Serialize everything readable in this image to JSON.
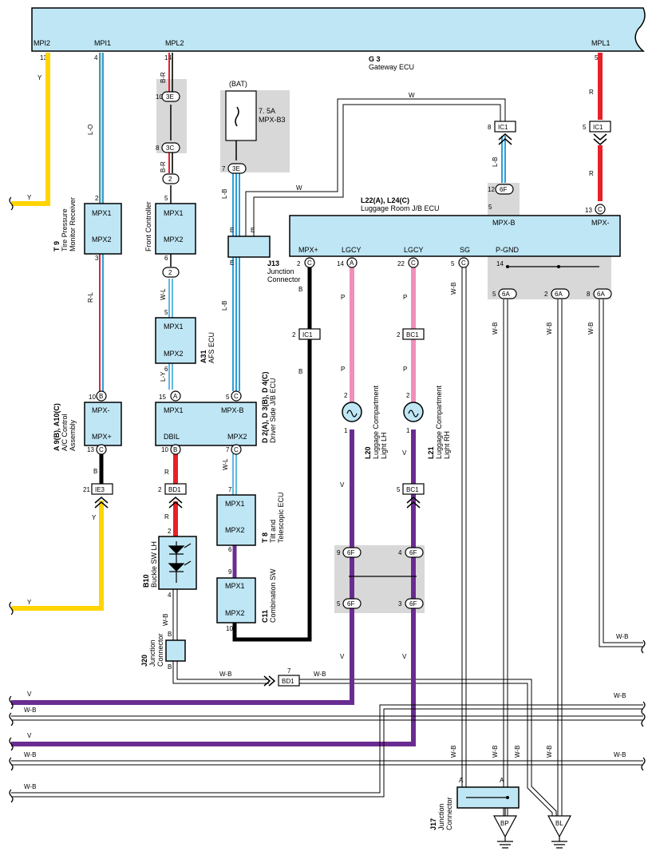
{
  "gateway": {
    "code": "G 3",
    "name": "Gateway ECU",
    "pins": {
      "mpi2": "MPI2",
      "mpi1": "MPI1",
      "mpl2": "MPL2",
      "mpl1": "MPL1"
    },
    "pin_nums": {
      "mpi2": "13",
      "mpi1": "4",
      "mpl2": "14",
      "mpl1": "5"
    }
  },
  "fuse": {
    "bat": "(BAT)",
    "rating": "7. 5A",
    "name": "MPX-B3"
  },
  "luggage_ecu": {
    "code": "L22(A), L24(C)",
    "name": "Luggage Room J/B ECU",
    "mpxb": "MPX-B",
    "mpxm": "MPX-",
    "mpxp": "MPX+",
    "lgcy1": "LGCY",
    "lgcy2": "LGCY",
    "sg": "SG",
    "pgnd": "P-GND",
    "pin_mpxb": "5",
    "pin_mpxm": "13",
    "pin_mpxp": "2",
    "pin_lgcy1": "14",
    "pin_lgcy2": "22",
    "pin_sg": "5",
    "pin_pgnd": "14"
  },
  "tire": {
    "code": "T 9",
    "name1": "Tire Pressure",
    "name2": "Monitor Receiver",
    "p1": "MPX1",
    "p2": "MPX2",
    "n1": "2",
    "n2": "3"
  },
  "front": {
    "name": "Front Controller",
    "p1": "MPX1",
    "p2": "MPX2",
    "n1": "5",
    "n2": "6"
  },
  "afs": {
    "code": "A31",
    "name": "AFS ECU",
    "p1": "MPX1",
    "p2": "MPX2",
    "n1": "5",
    "n2": "6"
  },
  "junc13": {
    "code": "J13",
    "name1": "Junction",
    "name2": "Connector",
    "e": "E"
  },
  "driver": {
    "code": "D 2(A), D 3(B), D 4(C)",
    "name": "Driver Side J/B ECU",
    "p1": "MPX1",
    "p2": "MPX-B",
    "p3": "DBIL",
    "p4": "MPX2",
    "n1": "15",
    "n2": "5",
    "n3": "10",
    "n4": "7"
  },
  "ac": {
    "code": "A 9(B), A10(C)",
    "name1": "A/C Control",
    "name2": "Assembly",
    "p1": "MPX-",
    "p2": "MPX+",
    "n1": "10",
    "n2": "13"
  },
  "tilt": {
    "code": "T 8",
    "name1": "Tilt and",
    "name2": "Telescopic ECU",
    "p1": "MPX1",
    "p2": "MPX2",
    "n1": "7",
    "n2": "6"
  },
  "combo": {
    "code": "C11",
    "name": "Combination SW",
    "p1": "MPX1",
    "p2": "MPX2",
    "n1": "9",
    "n2": "10"
  },
  "buckle": {
    "code": "B10",
    "name": "Buckle SW LH",
    "n1": "2",
    "n2": "4"
  },
  "junc20": {
    "code": "J20",
    "name1": "Junction",
    "name2": "Connector"
  },
  "lightlh": {
    "code": "L20",
    "name1": "Luggage Compartment",
    "name2": "Light LH",
    "n1": "2",
    "n2": "1"
  },
  "lightrh": {
    "code": "L21",
    "name1": "Luggage Compartment",
    "name2": "Light RH",
    "n1": "2",
    "n2": "1"
  },
  "junc17": {
    "code": "J17",
    "name1": "Junction",
    "name2": "Connector",
    "a": "A"
  },
  "grounds": {
    "bp": "BP",
    "bl": "BL"
  },
  "connectors": {
    "ic1": "IC1",
    "bc1": "BC1",
    "bd1": "BD1",
    "ie3": "IE3",
    "c3e": "3E",
    "c3c": "3C",
    "c2": "2",
    "c6f": "6F",
    "c6a": "6A",
    "ca": "A",
    "cb": "B",
    "cc": "C"
  },
  "wire_colors": {
    "y": "Y",
    "lo": "L-O",
    "rl": "R-L",
    "br": "B-R",
    "wl": "W-L",
    "ly": "L-Y",
    "lb": "L-B",
    "w": "W",
    "r": "R",
    "b": "B",
    "p": "P",
    "v": "V",
    "wb": "W-B"
  },
  "pin_numbers": [
    "13",
    "4",
    "14",
    "5",
    "10",
    "8",
    "2",
    "5",
    "6",
    "5",
    "6",
    "15",
    "5",
    "10",
    "7",
    "7",
    "6",
    "9",
    "10",
    "2",
    "4",
    "21",
    "13",
    "10",
    "2",
    "14",
    "22",
    "5",
    "6",
    "2",
    "2",
    "1",
    "2",
    "1",
    "2",
    "5",
    "9",
    "5",
    "4",
    "3",
    "8",
    "12",
    "5",
    "13",
    "14",
    "5",
    "2",
    "8",
    "5",
    "7"
  ],
  "colors": {
    "module": "#bfe6f5",
    "yellow": "#ffd400",
    "red": "#e8202a",
    "pink": "#ef8fba",
    "purple": "#6a2c91",
    "blue": "#2aa0d8",
    "gray": "#d8d8d8"
  }
}
